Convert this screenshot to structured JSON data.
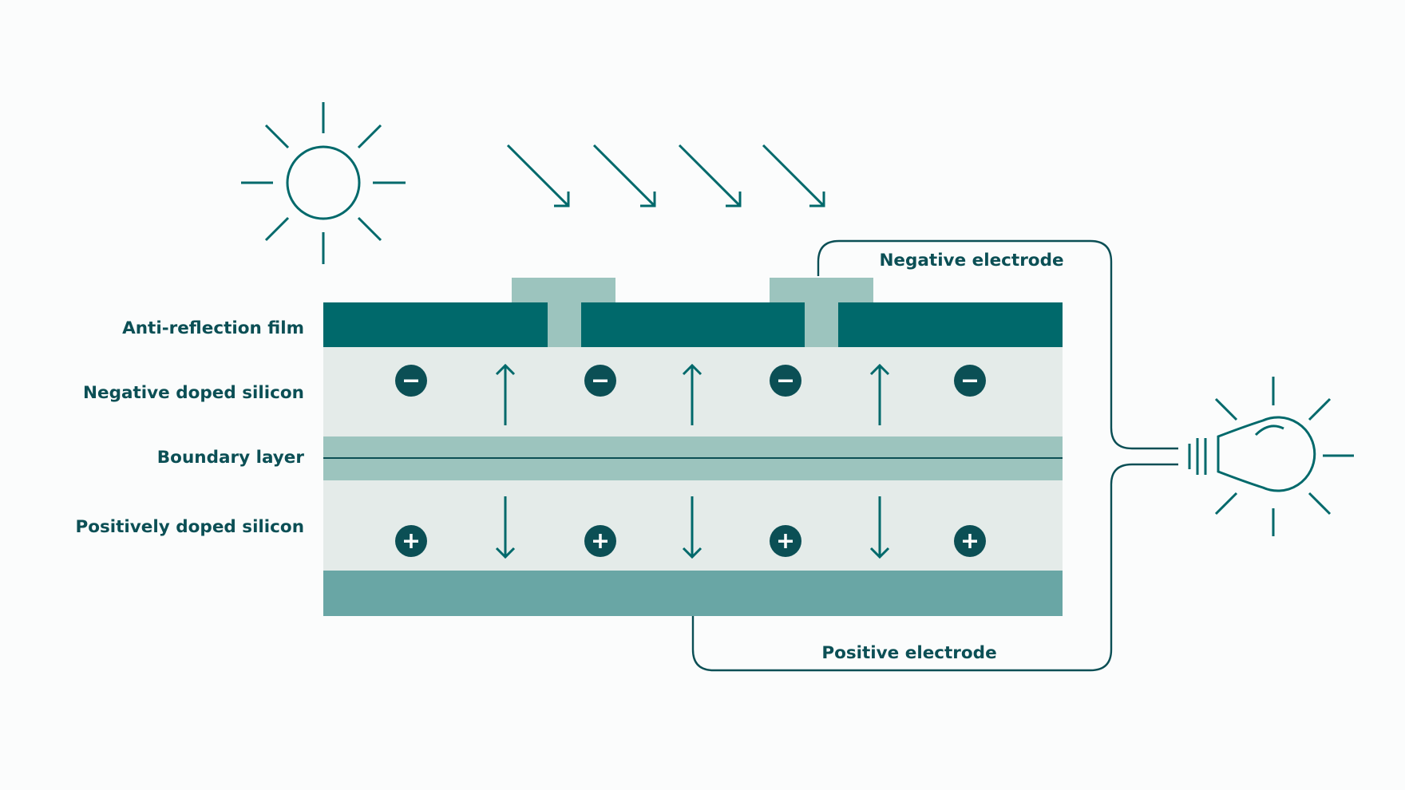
{
  "labels": {
    "anti_reflection_film": "Anti-reflection film",
    "negative_doped_silicon": "Negative doped silicon",
    "boundary_layer": "Boundary layer",
    "positively_doped_silicon": "Positively doped silicon",
    "negative_electrode": "Negative electrode",
    "positive_electrode": "Positive electrode"
  },
  "charges": {
    "negative_symbol": "−",
    "positive_symbol": "+"
  },
  "icons": {
    "sun": "sun-icon",
    "light_bulb": "light-bulb-icon",
    "sunlight_arrows": "arrow-down-right-icon",
    "charge_flow_up": "arrow-up-icon",
    "charge_flow_down": "arrow-down-icon"
  },
  "colors": {
    "background": "#fbfcfc",
    "anti_reflection_film": "#00696b",
    "contact": "#9cc4be",
    "negative_silicon": "#e4ebe9",
    "boundary_layer": "#9cc4be",
    "positive_silicon": "#e4ebe9",
    "base_layer": "#69a6a5",
    "charge_disc": "#0b4f55",
    "line": "#00696b",
    "text": "#0b4f55"
  }
}
